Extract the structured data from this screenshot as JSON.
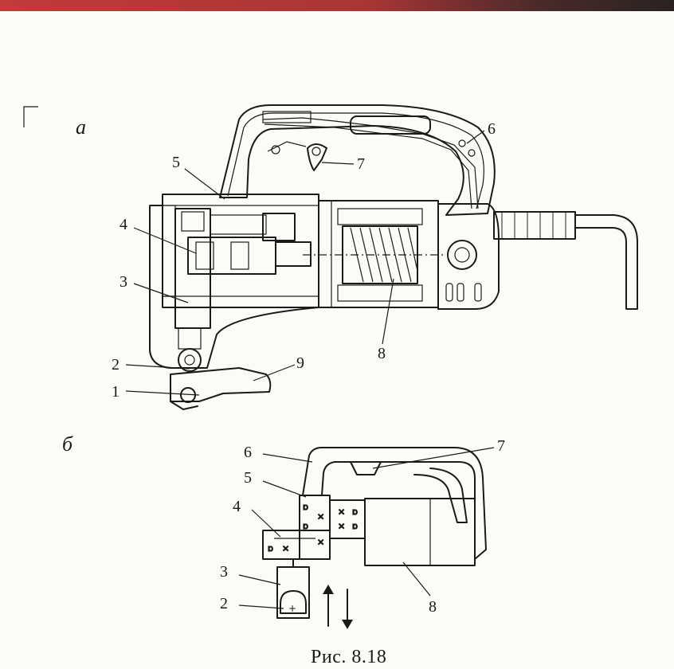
{
  "figure": {
    "caption": "Рис. 8.18",
    "view_a": {
      "letter": "а",
      "labels": [
        "1",
        "2",
        "3",
        "4",
        "5",
        "6",
        "7",
        "8",
        "9"
      ]
    },
    "view_b": {
      "letter": "б",
      "labels": [
        "2",
        "3",
        "4",
        "5",
        "6",
        "7",
        "8"
      ]
    }
  },
  "colors": {
    "ink": "#1a1a1a",
    "paper": "#fbfbf8",
    "top_strip": "#c23b3b"
  }
}
